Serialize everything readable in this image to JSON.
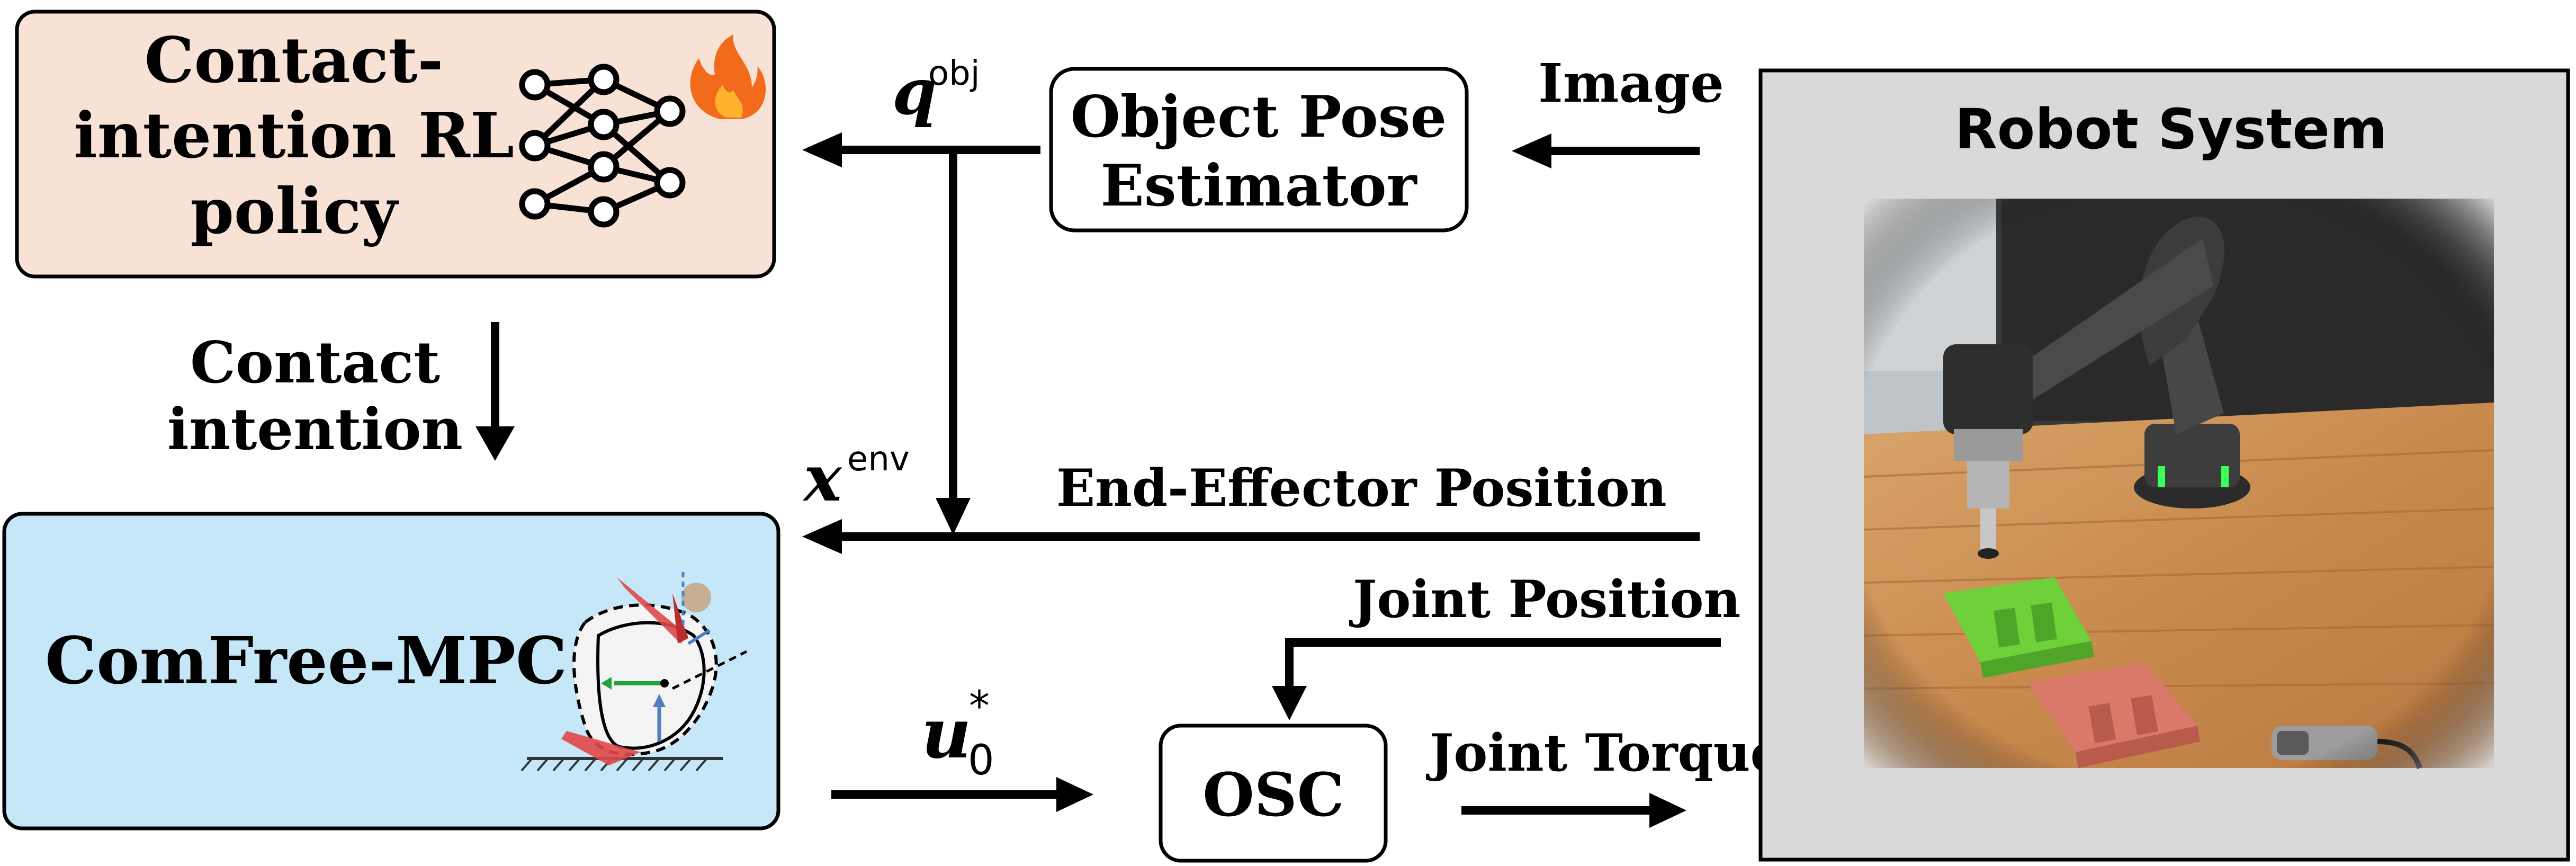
{
  "blocks": {
    "rl_policy": {
      "lines": [
        "Contact-",
        "intention RL",
        "policy"
      ],
      "fill": "#f8e2d6"
    },
    "pose_estimator": {
      "lines": [
        "Object Pose",
        "Estimator"
      ]
    },
    "mpc": {
      "label": "ComFree-MPC",
      "fill": "#c6e7f7"
    },
    "osc": {
      "label": "OSC"
    },
    "robot_system": {
      "title": "Robot System",
      "fill": "#d9d9d9"
    }
  },
  "signals": {
    "contact_intention": [
      "Contact",
      "intention"
    ],
    "q_obj": {
      "symbol": "q",
      "superscript": "obj"
    },
    "x_env": {
      "symbol": "x",
      "superscript": "env"
    },
    "u0": {
      "symbol": "u",
      "superscript": "*",
      "subscript": "0"
    },
    "image": "Image",
    "ee_position": "End-Effector Position",
    "joint_position": "Joint Position",
    "joint_torque": "Joint Torque"
  },
  "icons": [
    "neural-network-icon",
    "fire-icon",
    "contact-sketch-icon",
    "robot-photo"
  ],
  "colors": {
    "arrow": "#000000",
    "rl_fill": "#f8e2d6",
    "mpc_fill": "#c6e7f7",
    "robot_fill": "#d9d9d9",
    "wood": "#c98a4e",
    "green_block": "#6fd13a",
    "red_block": "#d9796a"
  }
}
